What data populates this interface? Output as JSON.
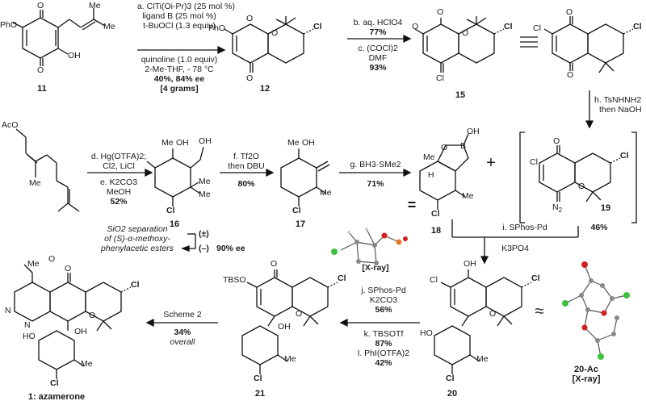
{
  "compounds": {
    "c11": "11",
    "c12": "12",
    "c15": "15",
    "c16": "16",
    "c17": "17",
    "c18": "18",
    "c19": "19",
    "c20": "20",
    "c20ac": "20-Ac",
    "c20ac_xray": "[X-ray]",
    "c21": "21",
    "c1": "1: azamerone"
  },
  "atoms": {
    "pho": "PhO",
    "o": "O",
    "oh": "OH",
    "cl": "Cl",
    "aco": "AcO",
    "me": "Me",
    "n2": "N",
    "n2sub": "2",
    "tbso": "TBSO",
    "ho": "HO",
    "h": "H",
    "b": "B",
    "ac_o": "O",
    "me_c": "Me",
    "n": "N"
  },
  "reactions": {
    "r_a_1": "a. ClTi(Oi-Pr)3 (25 mol %)",
    "r_a_2": "ligand B (25 mol %)",
    "r_a_3": "t-BuOCl (1.3 equiv)",
    "r_a_4": "quinoline (1.0 equiv)",
    "r_a_5": "2-Me-THF, - 78 °C",
    "r_a_6": "40%, 84% ee",
    "r_a_7": "[4 grams]",
    "r_b": "b. aq. HClO4",
    "r_b_y": "77%",
    "r_c": "c. (COCl)2",
    "r_c_2": "DMF",
    "r_c_y": "93%",
    "r_h_1": "h. TsNHNH2",
    "r_h_2": "then NaOH",
    "r_d_1": "d. Hg(OTFA)2;",
    "r_d_2": "Cl2, LiCl",
    "r_e_1": "e. K2CO3",
    "r_e_2": "MeOH",
    "r_e_y": "52%",
    "r_f_1": "f. Tf2O",
    "r_f_2": "then DBU",
    "r_f_y": "80%",
    "r_g_1": "g. BH3·SMe2",
    "r_g_y": "71%",
    "r_i_1": "i. SPhos-Pd",
    "r_i_2": "K3PO4",
    "r_i_y": "46%",
    "r_j_1": "j. SPhos-Pd",
    "r_j_2": "K2CO3",
    "r_j_y": "56%",
    "r_k_1": "k. TBSOTf",
    "r_k_y": "87%",
    "r_l_1": "l. PhI(OTFA)2",
    "r_l_y": "42%",
    "r_s2_1": "Scheme 2",
    "r_s2_y": "34%",
    "r_s2_o": "overall",
    "sep_1": "SiO2 separation",
    "sep_2": "of (S)-α-methoxy-",
    "sep_3": "phenylacetic esters",
    "sep_pm": "(±)",
    "sep_mm": "(–)",
    "sep_ee": "90% ee",
    "xray_18": "[X-ray]",
    "plus": "+",
    "equals": "=",
    "approx": "≈",
    "equiv": "≡"
  }
}
